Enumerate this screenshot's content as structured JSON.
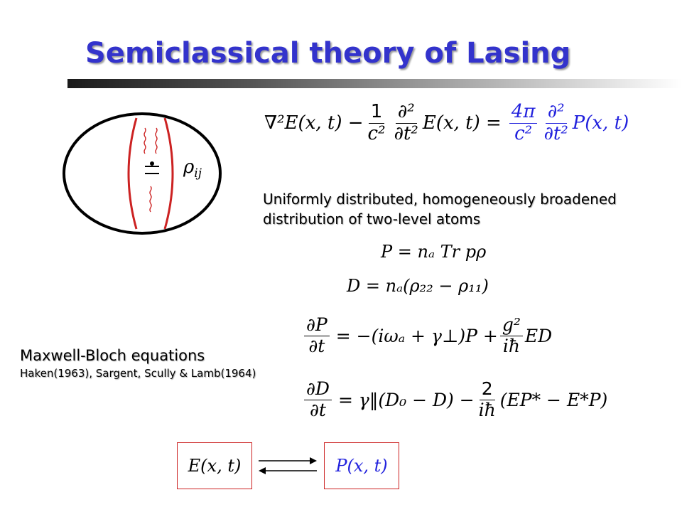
{
  "slide": {
    "title": "Semiclassical theory of Lasing",
    "title_color": "#3333cc",
    "accent_red": "#cc2222"
  },
  "wave_equation": {
    "lhs1": "∇²E(x, t) −",
    "frac1_num": "1",
    "frac1_den": "c²",
    "frac2_num": "∂²",
    "frac2_den": "∂t²",
    "lhs2": "E(x, t) =",
    "rhs_frac1_num": "4π",
    "rhs_frac1_den": "c²",
    "rhs_frac2_num": "∂²",
    "rhs_frac2_den": "∂t²",
    "rhs_tail": "P(x, t)"
  },
  "diagram": {
    "label": "ρ",
    "label_sub": "ij"
  },
  "atoms_note": {
    "line1": "Uniformly distributed, homogeneously broadened",
    "line2": "distribution of two-level atoms"
  },
  "definitions": {
    "polarization": "P = nₐ Tr pρ",
    "inversion": "D = nₐ(ρ₂₂ − ρ₁₁)"
  },
  "bloch_p": {
    "lhs_num": "∂P",
    "lhs_den": "∂t",
    "mid": "= −(iωₐ + γ⊥)P +",
    "coef_num": "g²",
    "coef_den": "iħ",
    "tail": "ED"
  },
  "bloch_d": {
    "lhs_num": "∂D",
    "lhs_den": "∂t",
    "mid": "= γ‖(D₀ − D) −",
    "coef_num": "2",
    "coef_den": "iħ",
    "tail": "(EP* − E*P)"
  },
  "maxwell_bloch": {
    "heading": "Maxwell-Bloch equations",
    "citation": "Haken(1963), Sargent, Scully & Lamb(1964)"
  },
  "coupling": {
    "left_box": "E(x, t)",
    "right_box": "P(x, t)"
  }
}
